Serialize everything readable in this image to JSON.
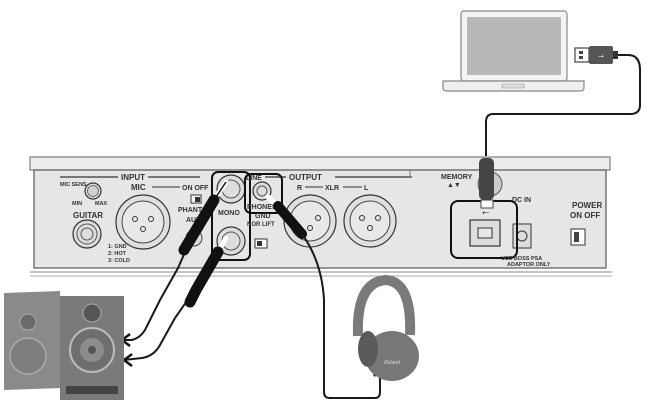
{
  "diagram": {
    "title": "Connection diagram",
    "panel": {
      "input_section": "INPUT",
      "mic_sens": "MIC SENS",
      "mic_sens_min": "MIN",
      "mic_sens_max": "MAX",
      "guitar": "GUITAR",
      "mic": "MIC",
      "on_off": "ON OFF",
      "phantom": "PHANTOM",
      "pinout_1": "1: GND",
      "pinout_2": "2: HOT",
      "pinout_3": "3: COLD",
      "aux": "AUX",
      "mono": "MONO",
      "line": "LINE",
      "output_section": "OUTPUT",
      "phones": "PHONES",
      "gnd": "GND",
      "nor_lift": "NOR LIFT",
      "r": "R",
      "xlr": "XLR",
      "l": "L",
      "memory": "MEMORY",
      "memory_arrows": "▲▼",
      "dc_in": "DC IN",
      "power": "POWER",
      "power_on_off": "ON OFF",
      "adaptor_line1": "USE BOSS PSA",
      "adaptor_line2": "ADAPTOR ONLY"
    },
    "devices": {
      "computer": "laptop",
      "speakers": "monitor speakers",
      "headphones": "headphones",
      "headphones_brand": "Roland"
    },
    "colors": {
      "panel": "#e6e6e6",
      "outline": "#333333",
      "cable": "#1a1a1a"
    }
  }
}
